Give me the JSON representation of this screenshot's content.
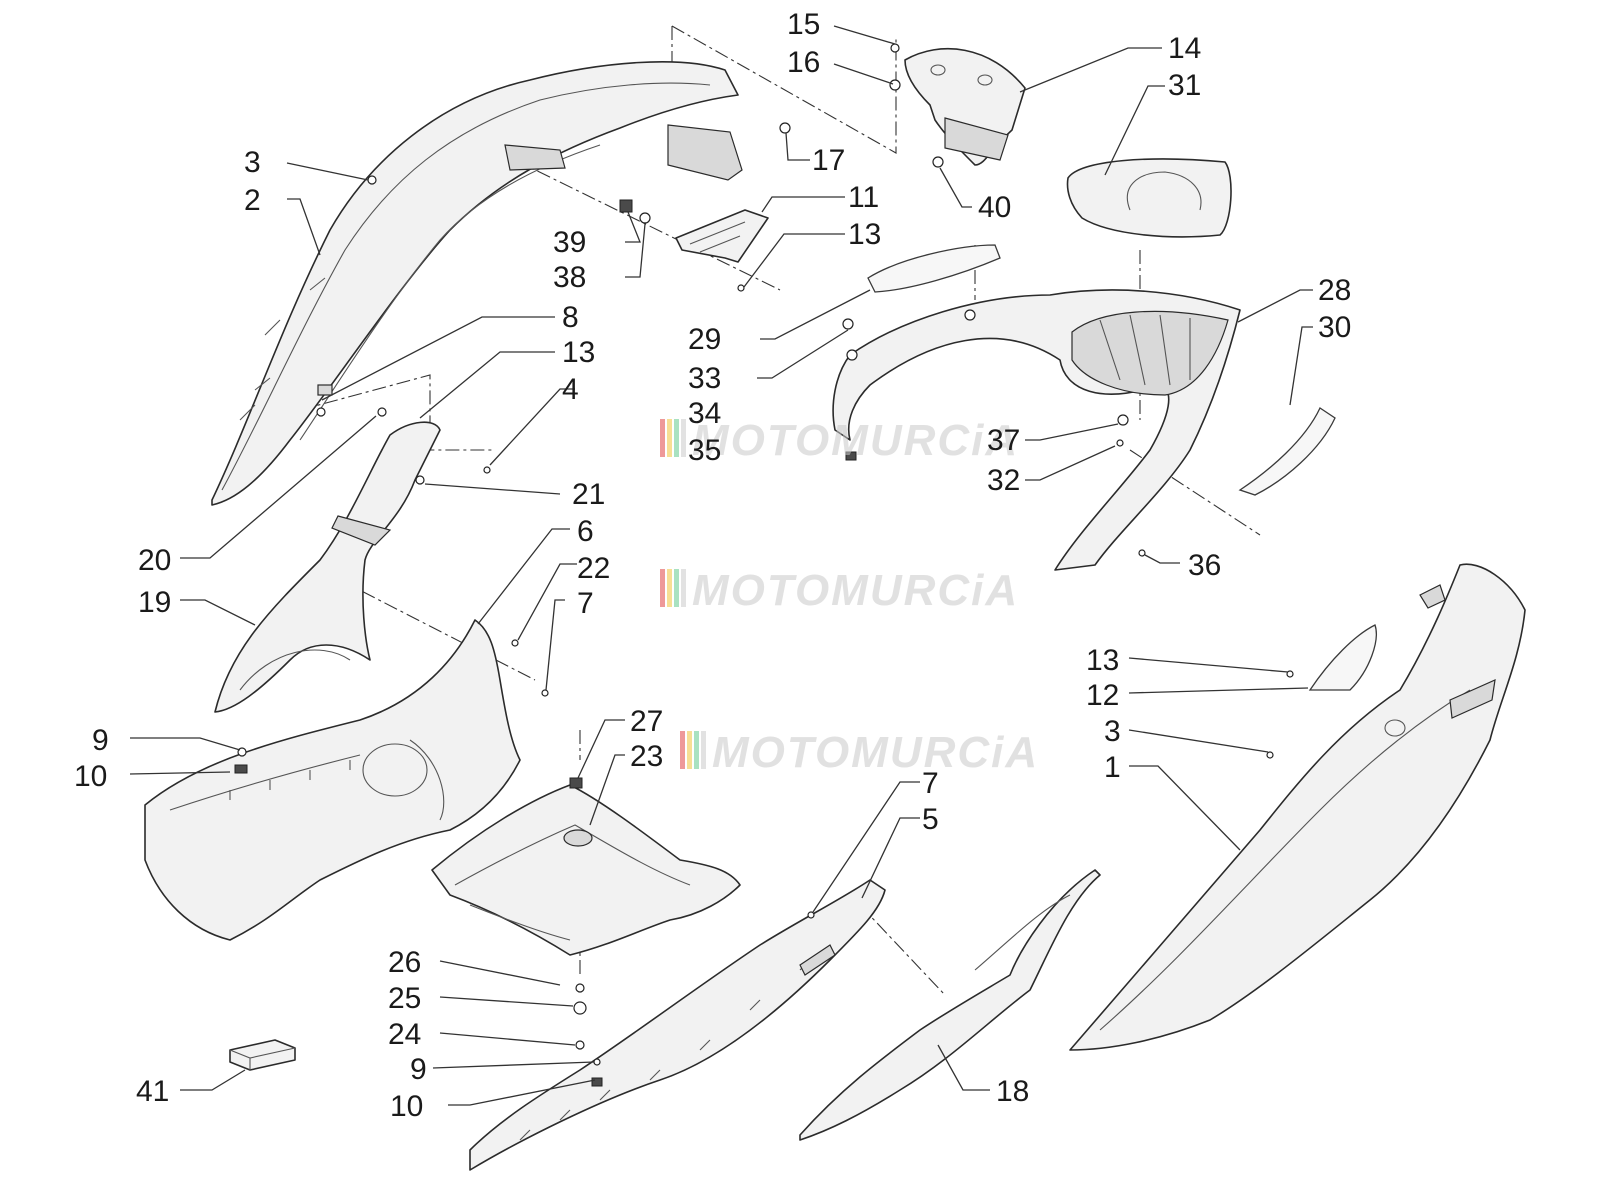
{
  "watermark": {
    "text": "MOTOMURCiA",
    "stripe_colors": [
      "#e25555",
      "#f2c94c",
      "#6fcf97",
      "#cfcfcf"
    ]
  },
  "callouts": [
    {
      "id": "c15",
      "label": "15"
    },
    {
      "id": "c16",
      "label": "16"
    },
    {
      "id": "c14",
      "label": "14"
    },
    {
      "id": "c31",
      "label": "31"
    },
    {
      "id": "c3a",
      "label": "3"
    },
    {
      "id": "c2",
      "label": "2"
    },
    {
      "id": "c17",
      "label": "17"
    },
    {
      "id": "c11",
      "label": "11"
    },
    {
      "id": "c40",
      "label": "40"
    },
    {
      "id": "c13a",
      "label": "13"
    },
    {
      "id": "c39",
      "label": "39"
    },
    {
      "id": "c38",
      "label": "38"
    },
    {
      "id": "c28",
      "label": "28"
    },
    {
      "id": "c30",
      "label": "30"
    },
    {
      "id": "c29",
      "label": "29"
    },
    {
      "id": "c8",
      "label": "8"
    },
    {
      "id": "c13b",
      "label": "13"
    },
    {
      "id": "c33",
      "label": "33"
    },
    {
      "id": "c34",
      "label": "34"
    },
    {
      "id": "c35",
      "label": "35"
    },
    {
      "id": "c4",
      "label": "4"
    },
    {
      "id": "c37",
      "label": "37"
    },
    {
      "id": "c32",
      "label": "32"
    },
    {
      "id": "c21",
      "label": "21"
    },
    {
      "id": "c20",
      "label": "20"
    },
    {
      "id": "c6",
      "label": "6"
    },
    {
      "id": "c36",
      "label": "36"
    },
    {
      "id": "c22",
      "label": "22"
    },
    {
      "id": "c19",
      "label": "19"
    },
    {
      "id": "c7a",
      "label": "7"
    },
    {
      "id": "c13c",
      "label": "13"
    },
    {
      "id": "c12",
      "label": "12"
    },
    {
      "id": "c27",
      "label": "27"
    },
    {
      "id": "c23",
      "label": "23"
    },
    {
      "id": "c9a",
      "label": "9"
    },
    {
      "id": "c3b",
      "label": "3"
    },
    {
      "id": "c10a",
      "label": "10"
    },
    {
      "id": "c1",
      "label": "1"
    },
    {
      "id": "c7b",
      "label": "7"
    },
    {
      "id": "c5",
      "label": "5"
    },
    {
      "id": "c26",
      "label": "26"
    },
    {
      "id": "c25",
      "label": "25"
    },
    {
      "id": "c24",
      "label": "24"
    },
    {
      "id": "c9b",
      "label": "9"
    },
    {
      "id": "c41",
      "label": "41"
    },
    {
      "id": "c18",
      "label": "18"
    },
    {
      "id": "c10b",
      "label": "10"
    }
  ]
}
